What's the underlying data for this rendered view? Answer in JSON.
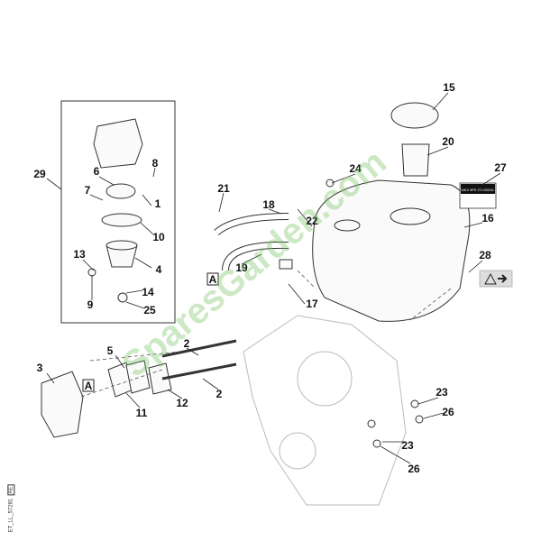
{
  "diagram": {
    "drawing_code": "ET_LL_57281",
    "drawing_code_suffix": "AE",
    "watermark": "SparesGarden.com",
    "reference_marker": "A",
    "decal_27_text": "NKX 5P5 27I-000OL",
    "callouts": {
      "c1": "1",
      "c2a": "2",
      "c2b": "2",
      "c3": "3",
      "c4": "4",
      "c5": "5",
      "c6": "6",
      "c7": "7",
      "c8": "8",
      "c9": "9",
      "c10": "10",
      "c11": "11",
      "c12": "12",
      "c13": "13",
      "c14": "14",
      "c15": "15",
      "c16": "16",
      "c17": "17",
      "c18": "18",
      "c19": "19",
      "c20": "20",
      "c21": "21",
      "c22": "22",
      "c23a": "23",
      "c23b": "23",
      "c24": "24",
      "c25": "25",
      "c26a": "26",
      "c26b": "26",
      "c27": "27",
      "c28": "28",
      "c29": "29"
    }
  }
}
